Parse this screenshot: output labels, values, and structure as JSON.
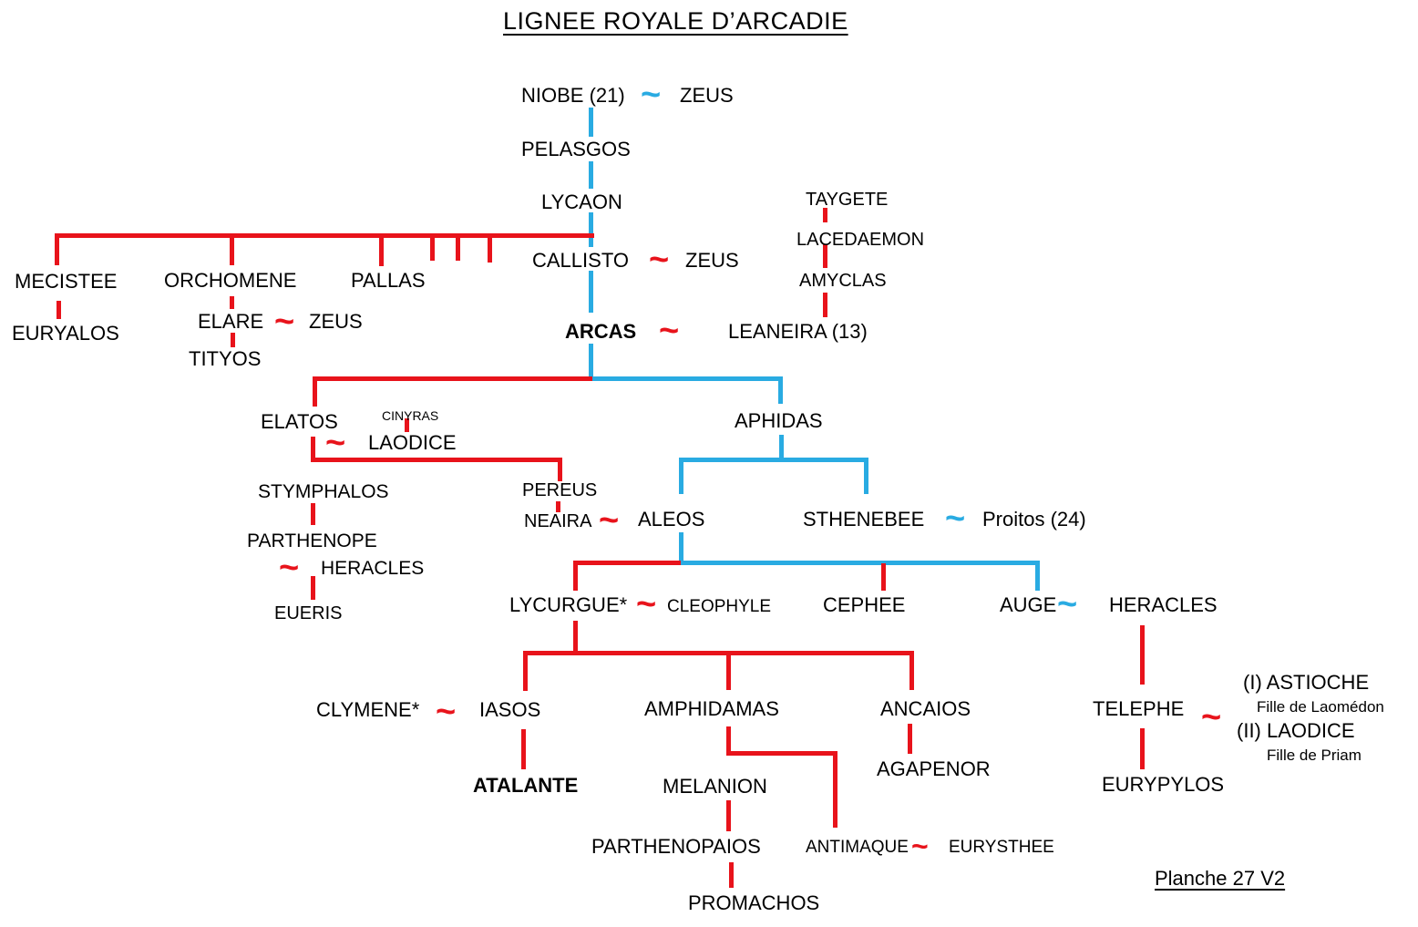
{
  "title": "LIGNEE ROYALE D’ARCADIE",
  "plate": "Planche 27 V2",
  "tilde": "~",
  "colors": {
    "red": "#e8131b",
    "blue": "#29abe2",
    "text": "#000000"
  },
  "names": {
    "niobe": "NIOBE (21)",
    "zeus_niobe": "ZEUS",
    "pelasgos": "PELASGOS",
    "lycaon": "LYCAON",
    "mecistee": "MECISTEE",
    "euryalos": "EURYALOS",
    "orchomene": "ORCHOMENE",
    "elare": "ELARE",
    "zeus_elare": "ZEUS",
    "tityos": "TITYOS",
    "pallas": "PALLAS",
    "callisto": "CALLISTO",
    "zeus_callisto": "ZEUS",
    "taygete": "TAYGETE",
    "lacedaemon": "LACEDAEMON",
    "amyclas": "AMYCLAS",
    "arcas": "ARCAS",
    "leaneira": "LEANEIRA (13)",
    "elatos": "ELATOS",
    "cinyras": "CINYRAS",
    "laodice": "LAODICE",
    "stymphalos": "STYMPHALOS",
    "pereus": "PEREUS",
    "parthenope": "PARTHENOPE",
    "heracles_parthenope": "HERACLES",
    "eueris": "EUERIS",
    "neaira": "NEAIRA",
    "aleos": "ALEOS",
    "aphidas": "APHIDAS",
    "sthenebee": "STHENEBEE",
    "proitos": "Proitos (24)",
    "lycurgue": "LYCURGUE*",
    "cleophyle": "CLEOPHYLE",
    "cephee": "CEPHEE",
    "auge": "AUGE",
    "heracles_auge": "HERACLES",
    "clymene": "CLYMENE*",
    "iasos": "IASOS",
    "amphidamas": "AMPHIDAMAS",
    "ancaios": "ANCAIOS",
    "atalante": "ATALANTE",
    "melanion": "MELANION",
    "agapenor": "AGAPENOR",
    "parthenopaios": "PARTHENOPAIOS",
    "antimaque": "ANTIMAQUE",
    "eurysthee": "EURYSTHEE",
    "promachos": "PROMACHOS",
    "telephe": "TELEPHE",
    "astioche": "(I) ASTIOCHE",
    "astioche_note": "Fille de Laomédon",
    "laodice2": "(II) LAODICE",
    "laodice2_note": "Fille de Priam",
    "eurypylos": "EURYPYLOS"
  }
}
